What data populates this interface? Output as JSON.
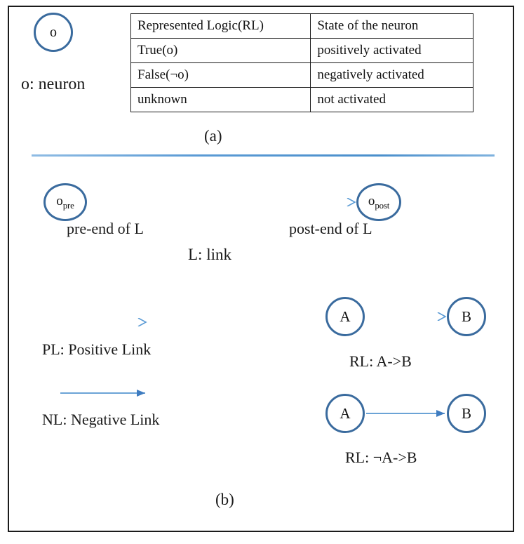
{
  "figure": {
    "panel_a": {
      "caption": "(a)",
      "neuron": {
        "symbol": "o",
        "legend": "o: neuron"
      },
      "table": {
        "headers": [
          "Represented Logic(RL)",
          "State of the neuron"
        ],
        "rows": [
          [
            "True(o)",
            "positively activated"
          ],
          [
            "False(¬o)",
            "negatively activated"
          ],
          [
            "unknown",
            "not activated"
          ]
        ]
      }
    },
    "panel_b": {
      "caption": "(b)",
      "link_example": {
        "pre_node": {
          "base": "o",
          "sub": "pre"
        },
        "post_node": {
          "base": "o",
          "sub": "post"
        },
        "pre_label": "pre-end of L",
        "post_label": "post-end of L",
        "legend": "L: link"
      },
      "legend_items": [
        {
          "key": "PL",
          "label": "PL: Positive Link",
          "arrow_style": "open"
        },
        {
          "key": "NL",
          "label": "NL: Negative Link",
          "arrow_style": "solid"
        }
      ],
      "examples": [
        {
          "from_node": "A",
          "to_node": "B",
          "arrow_style": "open",
          "caption": "RL: A->B"
        },
        {
          "from_node": "A",
          "to_node": "B",
          "arrow_style": "solid",
          "caption": "RL:  ¬A->B"
        }
      ]
    }
  },
  "colors": {
    "neuron_stroke": "#3a6b9e",
    "arrow_blue": "#5b9bd5",
    "divider_blue": "#5b9bd5",
    "border_black": "#1b1b1b",
    "text_black": "#121212"
  }
}
